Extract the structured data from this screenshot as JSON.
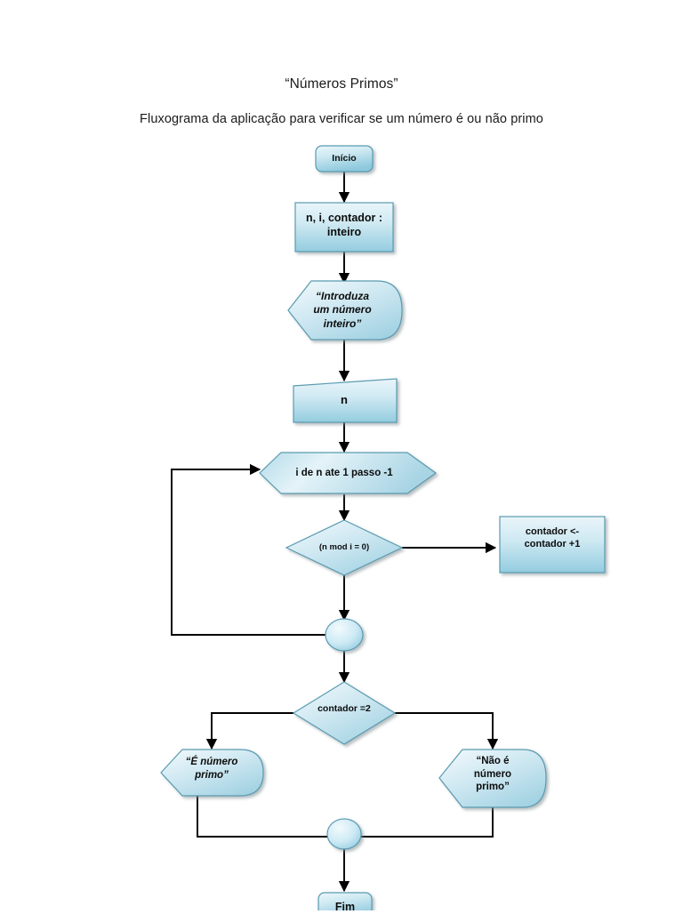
{
  "document": {
    "title": "“Números Primos”",
    "subtitle": "Fluxograma da aplicação para verificar se um número é ou não primo"
  },
  "theme": {
    "shape_fill_light": "#eaf6fa",
    "shape_fill_mid": "#bfe2ee",
    "shape_fill_dark": "#8ecadd",
    "shape_stroke": "#5a9bb0",
    "connector_stroke": "#000000",
    "page_background": "#ffffff",
    "text_color": "#0d0d0d"
  },
  "flowchart": {
    "type": "flowchart",
    "orientation": "top-to-bottom",
    "nodes": [
      {
        "id": "inicio",
        "shape": "terminator",
        "label": "Início"
      },
      {
        "id": "declaracao",
        "shape": "process",
        "label": "n, i, contador :\ninteiro"
      },
      {
        "id": "introduza",
        "shape": "display",
        "label": "“Introduza\num número\ninteiro”"
      },
      {
        "id": "leitura-n",
        "shape": "manual-input",
        "label": "n"
      },
      {
        "id": "loop",
        "shape": "preparation",
        "label": "i de n ate 1 passo -1"
      },
      {
        "id": "mod",
        "shape": "decision",
        "label": "(n mod i = 0)"
      },
      {
        "id": "incremento",
        "shape": "process",
        "label": "contador <-\ncontador +1"
      },
      {
        "id": "conector-1",
        "shape": "connector",
        "label": ""
      },
      {
        "id": "contador2",
        "shape": "decision",
        "label": "contador =2"
      },
      {
        "id": "e-primo",
        "shape": "display",
        "label": "“É número\nprimo”"
      },
      {
        "id": "nao-primo",
        "shape": "display",
        "label": "“Não é\nnúmero\nprimo”"
      },
      {
        "id": "conector-2",
        "shape": "connector",
        "label": ""
      },
      {
        "id": "fim",
        "shape": "terminator",
        "label": "Fim"
      }
    ],
    "edges": [
      {
        "from": "inicio",
        "to": "declaracao",
        "label": ""
      },
      {
        "from": "declaracao",
        "to": "introduza",
        "label": ""
      },
      {
        "from": "introduza",
        "to": "leitura-n",
        "label": ""
      },
      {
        "from": "leitura-n",
        "to": "loop",
        "label": ""
      },
      {
        "from": "loop",
        "to": "mod",
        "label": ""
      },
      {
        "from": "mod",
        "to": "incremento",
        "label": ""
      },
      {
        "from": "mod",
        "to": "conector-1",
        "label": ""
      },
      {
        "from": "conector-1",
        "to": "loop",
        "label": ""
      },
      {
        "from": "conector-1",
        "to": "contador2",
        "label": ""
      },
      {
        "from": "contador2",
        "to": "e-primo",
        "label": ""
      },
      {
        "from": "contador2",
        "to": "nao-primo",
        "label": ""
      },
      {
        "from": "e-primo",
        "to": "conector-2",
        "label": ""
      },
      {
        "from": "nao-primo",
        "to": "conector-2",
        "label": ""
      },
      {
        "from": "conector-2",
        "to": "fim",
        "label": ""
      }
    ]
  }
}
